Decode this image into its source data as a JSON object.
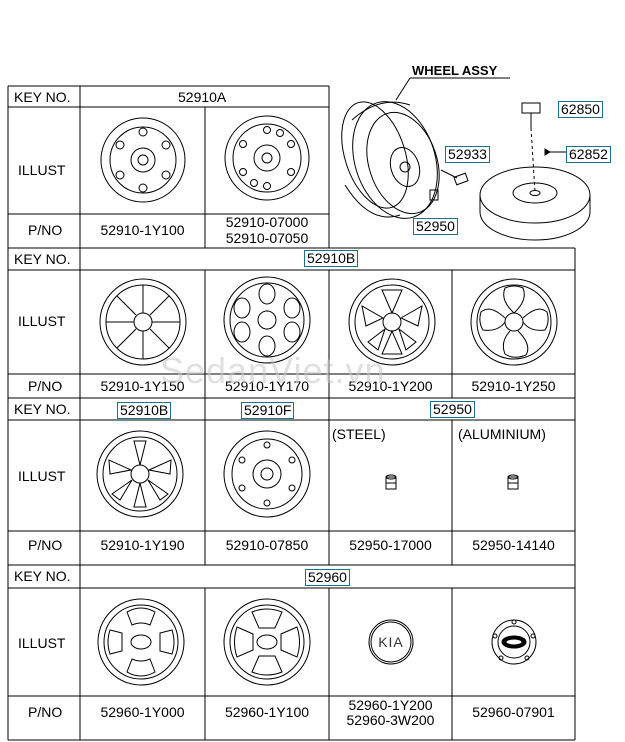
{
  "assembly": {
    "title": "WHEEL ASSY",
    "callouts": [
      "62850",
      "52933",
      "62852",
      "52950"
    ]
  },
  "row_labels": {
    "key": "KEY NO.",
    "illust": "ILLUST",
    "pno": "P/NO"
  },
  "section1": {
    "key": "52910A",
    "pnos": [
      "52910-1Y100",
      "52910-07000",
      "52910-07050"
    ]
  },
  "section2": {
    "key": "52910B",
    "pnos": [
      "52910-1Y150",
      "52910-1Y170",
      "52910-1Y200",
      "52910-1Y250"
    ]
  },
  "section3": {
    "keys": [
      "52910B",
      "52910F",
      "52950"
    ],
    "notes": [
      "(STEEL)",
      "(ALUMINIUM)"
    ],
    "pnos": [
      "52910-1Y190",
      "52910-07850",
      "52950-17000",
      "52950-14140"
    ]
  },
  "section4": {
    "key": "52960",
    "pnos": [
      "52960-1Y000",
      "52960-1Y100",
      "52960-1Y200",
      "52960-3W200",
      "52960-07901"
    ]
  },
  "kia_logo": "KIA",
  "watermark": "SedanViet.vn"
}
